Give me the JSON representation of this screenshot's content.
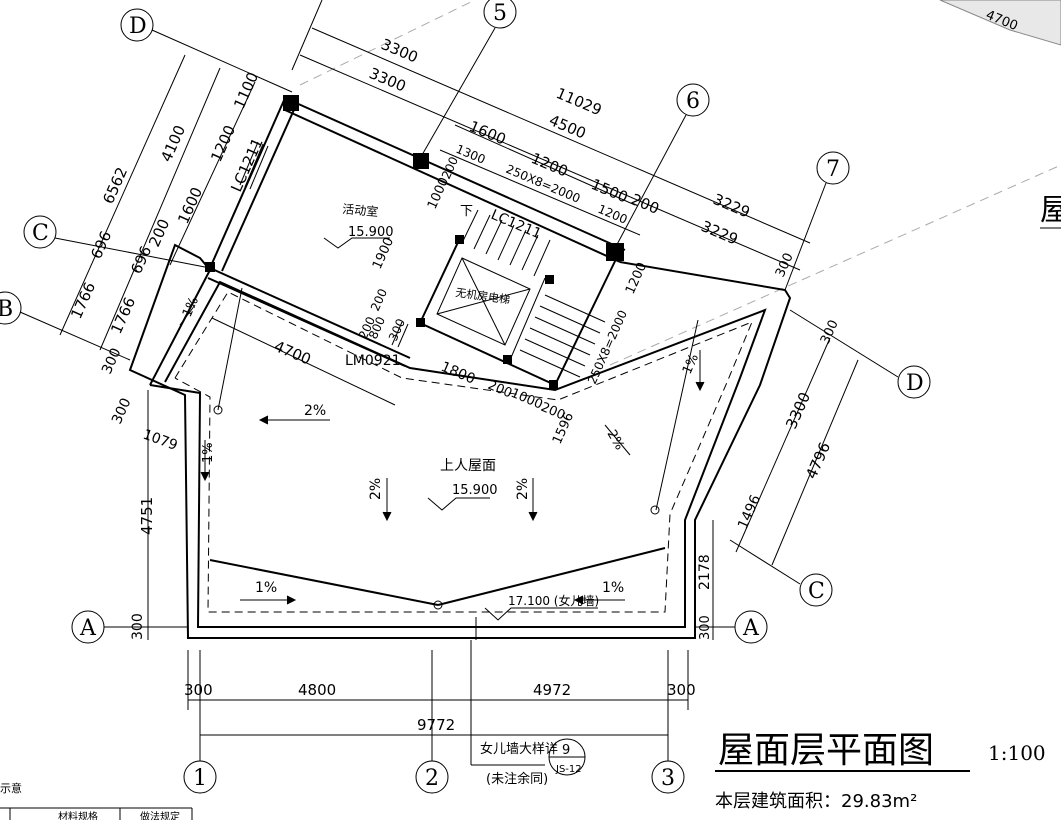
{
  "title": {
    "main": "屋面层平面图",
    "scale": "1:100",
    "area": "本层建筑面积：29.83m²",
    "partial_right": "屋"
  },
  "axes": {
    "D_top": "D",
    "C_left": "C",
    "B_left": "B",
    "A_left": "A",
    "A_right": "A",
    "D_right": "D",
    "C_right": "C",
    "n5": "5",
    "n6": "6",
    "n7": "7",
    "n1": "1",
    "n2": "2",
    "n3": "3"
  },
  "dims": {
    "top_3300a": "3300",
    "top_3300b": "3300",
    "top_11029": "11029",
    "top_4500": "4500",
    "top_1600": "1600",
    "top_1300": "1300",
    "top_1200": "1200",
    "top_1500": "1500",
    "top_200a": "200",
    "top_250x8": "250X8=2000",
    "top_1200b": "1200",
    "top_3229a": "3229",
    "top_3229b": "3229",
    "top_4700_corner": "4700",
    "left_6562": "6562",
    "left_4100": "4100",
    "left_1100": "1100",
    "left_1200": "1200",
    "left_1600": "1600",
    "left_696a": "696",
    "left_696b": "696",
    "left_200": "200",
    "left_1766a": "1766",
    "left_1766b": "1766",
    "left_300": "300",
    "left_300b": "300",
    "left_1079": "1079",
    "vert_4751": "4751",
    "vert_300": "300",
    "mid_4700": "4700",
    "mid_1800": "1800",
    "mid_200a": "200",
    "mid_1000": "1000",
    "mid_200b": "200",
    "mid_1596": "1596",
    "mid_1000v": "1000",
    "mid_200v": "200",
    "mid_1900": "1900",
    "mid_200c": "200",
    "mid_200d": "200",
    "mid_800": "800",
    "mid_300b": "300",
    "right_1200": "1200",
    "right_250x8": "250X8=2000",
    "right_300a": "300",
    "right_300b": "300",
    "right_3300": "3300",
    "right_4796": "4796",
    "right_1496": "1496",
    "right_2178": "2178",
    "right_300c": "300",
    "bot_300a": "300",
    "bot_4800": "4800",
    "bot_4972": "4972",
    "bot_300b": "300",
    "bot_9772": "9772"
  },
  "labels": {
    "room": "活动室",
    "room_elev": "15.900",
    "elevator": "无机房电梯",
    "down": "下",
    "window_lc1211a": "LC1211",
    "window_lc1211b": "LC1211",
    "door": "LM0921",
    "roof": "上人屋面",
    "roof_elev": "15.900",
    "parapet_elev": "17.100 (女儿墙)",
    "detail_text": "女儿墙大样详",
    "detail_text2": "(未注余同)",
    "detail_num": "9",
    "detail_sheet": "JS-12",
    "legend_fragment": "示意",
    "table_h1": "材料规格",
    "table_h2": "做法规定"
  },
  "slopes": {
    "s1": "1%",
    "s2": "2%",
    "s3": "1%",
    "s4": "2%",
    "s5": "2%",
    "s6": "2%",
    "s7": "1%",
    "s8": "1%",
    "s9": "1%"
  }
}
